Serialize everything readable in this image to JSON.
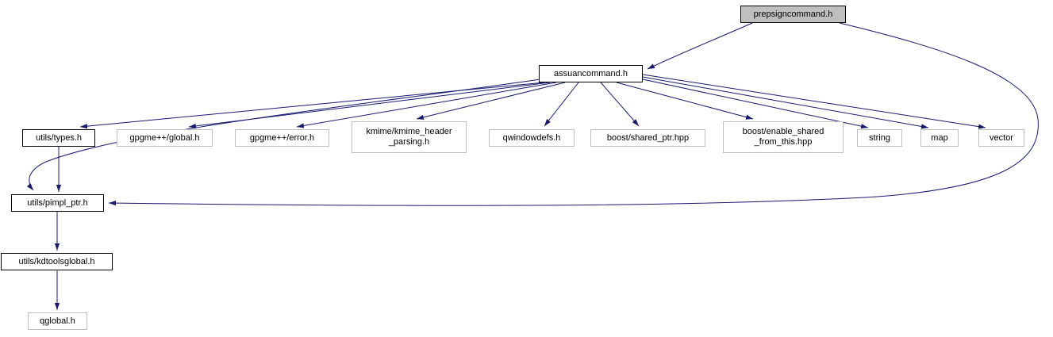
{
  "diagram": {
    "type": "include-dependency-graph",
    "colors": {
      "edge": "#191970",
      "root_fill": "#bfbfbf",
      "internal_border": "#000000",
      "external_border": "#bebebe",
      "node_fill": "#ffffff"
    }
  },
  "nodes": {
    "prepsigncommand": {
      "label": "prepsigncommand.h"
    },
    "assuancommand": {
      "label": "assuancommand.h"
    },
    "utils_types": {
      "label": "utils/types.h"
    },
    "gpgme_global": {
      "label": "gpgme++/global.h"
    },
    "gpgme_error": {
      "label": "gpgme++/error.h"
    },
    "kmime_header_parsing": {
      "line1": "kmime/kmime_header",
      "line2": "_parsing.h"
    },
    "qwindowdefs": {
      "label": "qwindowdefs.h"
    },
    "boost_shared_ptr": {
      "label": "boost/shared_ptr.hpp"
    },
    "boost_enable_shared": {
      "line1": "boost/enable_shared",
      "line2": "_from_this.hpp"
    },
    "string": {
      "label": "string"
    },
    "map": {
      "label": "map"
    },
    "vector": {
      "label": "vector"
    },
    "utils_pimpl_ptr": {
      "label": "utils/pimpl_ptr.h"
    },
    "utils_kdtoolsglobal": {
      "label": "utils/kdtoolsglobal.h"
    },
    "qglobal": {
      "label": "qglobal.h"
    }
  },
  "edges": [
    {
      "from": "prepsigncommand.h",
      "to": "assuancommand.h"
    },
    {
      "from": "prepsigncommand.h",
      "to": "utils/pimpl_ptr.h"
    },
    {
      "from": "assuancommand.h",
      "to": "utils/types.h"
    },
    {
      "from": "assuancommand.h",
      "to": "gpgme++/global.h"
    },
    {
      "from": "assuancommand.h",
      "to": "gpgme++/error.h"
    },
    {
      "from": "assuancommand.h",
      "to": "kmime/kmime_header_parsing.h"
    },
    {
      "from": "assuancommand.h",
      "to": "qwindowdefs.h"
    },
    {
      "from": "assuancommand.h",
      "to": "boost/shared_ptr.hpp"
    },
    {
      "from": "assuancommand.h",
      "to": "boost/enable_shared_from_this.hpp"
    },
    {
      "from": "assuancommand.h",
      "to": "string"
    },
    {
      "from": "assuancommand.h",
      "to": "map"
    },
    {
      "from": "assuancommand.h",
      "to": "vector"
    },
    {
      "from": "assuancommand.h",
      "to": "utils/pimpl_ptr.h"
    },
    {
      "from": "utils/types.h",
      "to": "utils/pimpl_ptr.h"
    },
    {
      "from": "utils/pimpl_ptr.h",
      "to": "utils/kdtoolsglobal.h"
    },
    {
      "from": "utils/kdtoolsglobal.h",
      "to": "qglobal.h"
    }
  ]
}
